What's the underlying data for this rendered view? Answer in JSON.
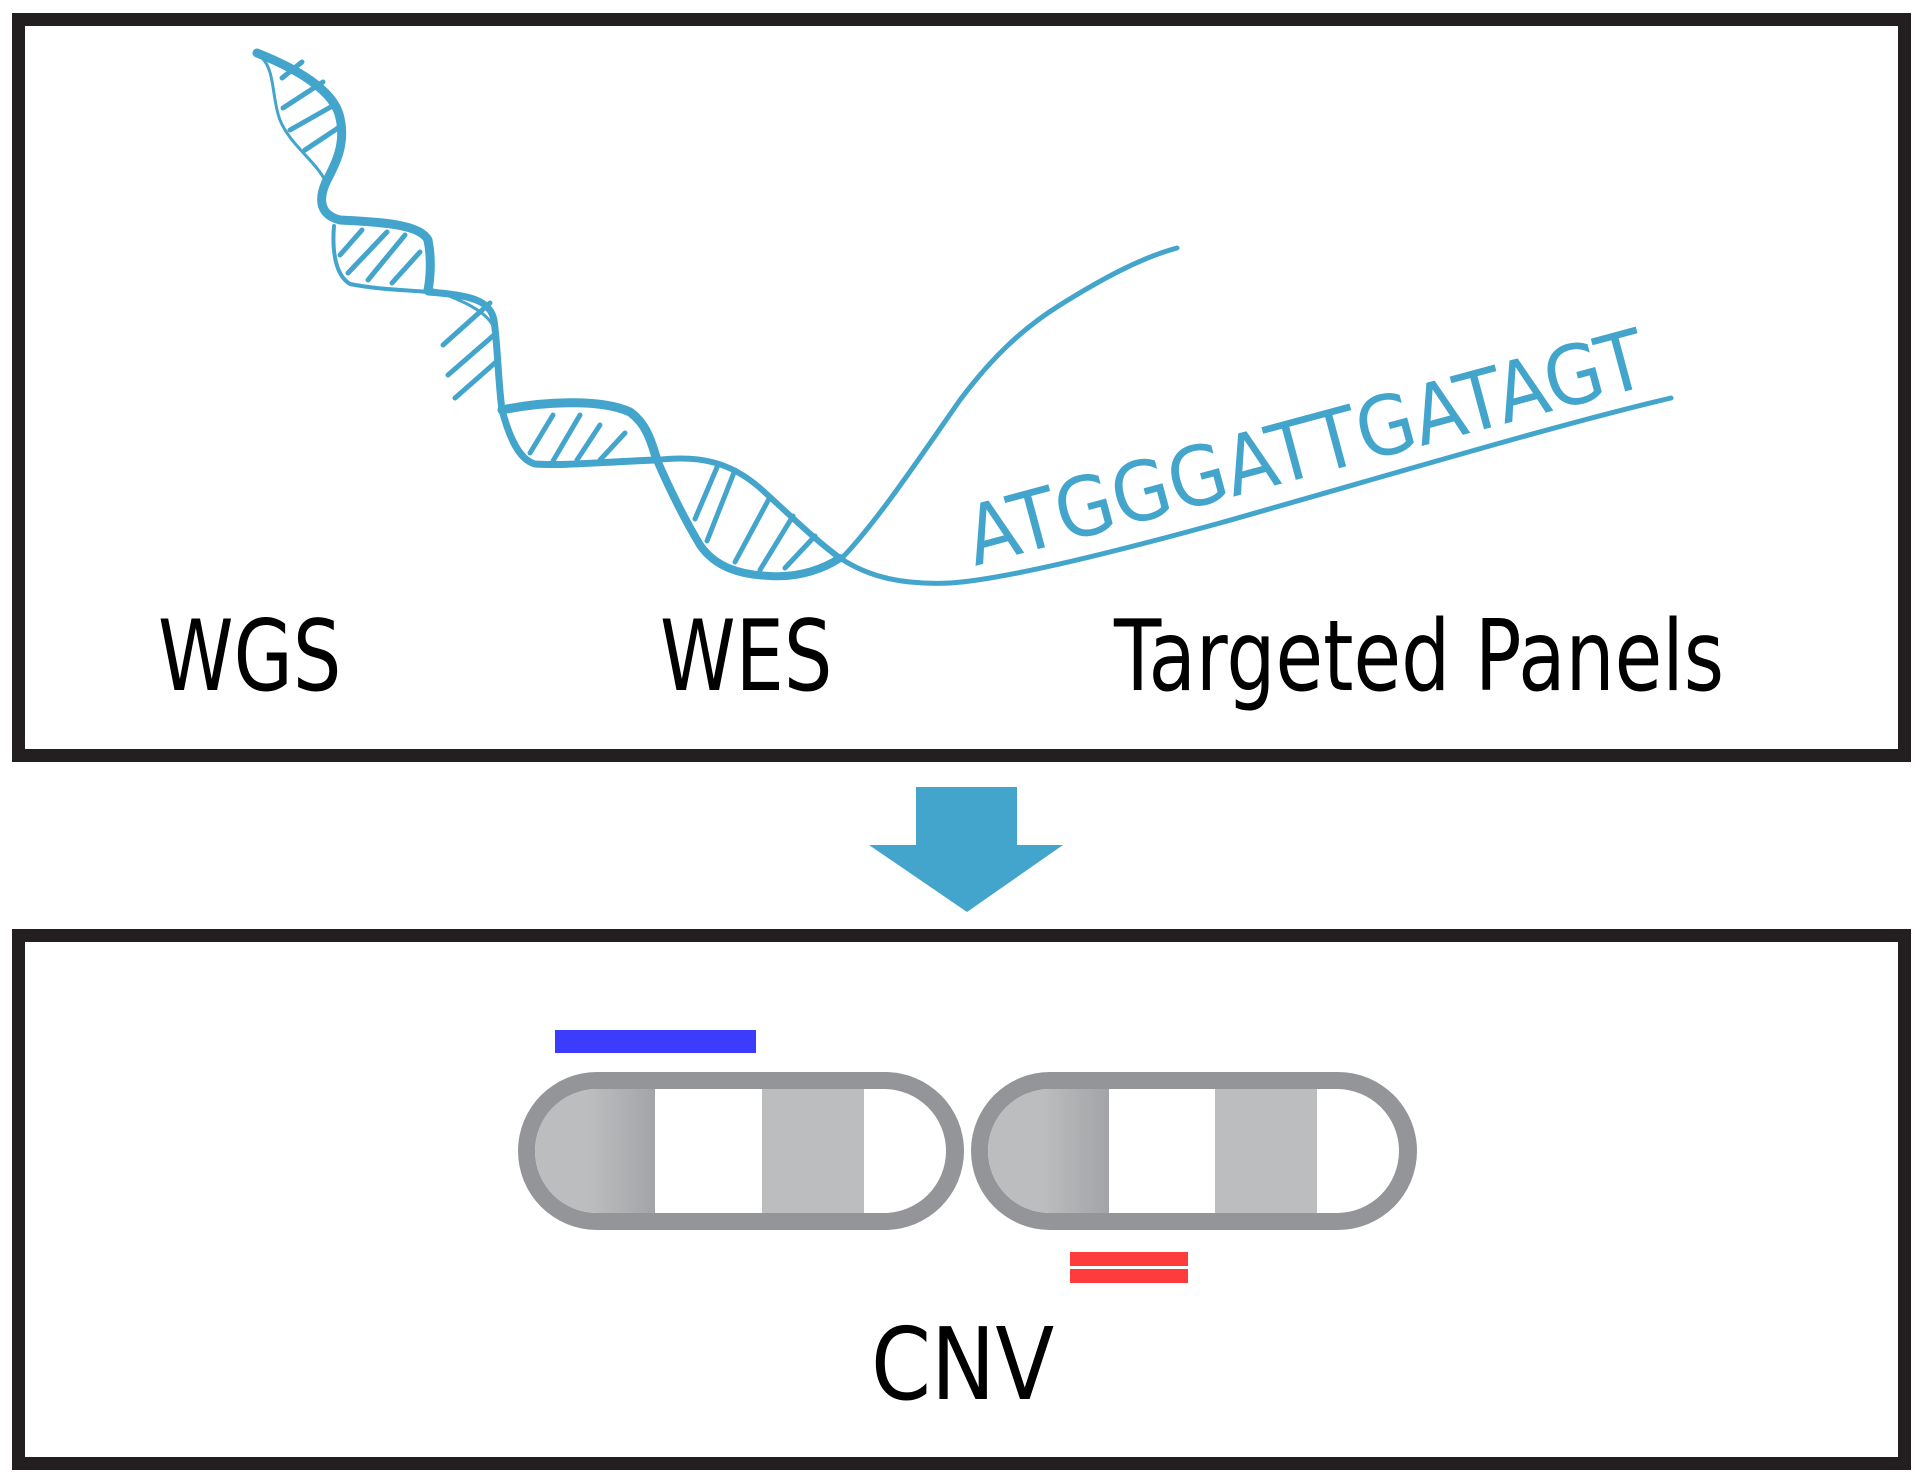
{
  "colors": {
    "dna": "#43a5cc",
    "arrow": "#43a5cc",
    "border": "#231f20",
    "chromosome_outline": "#949599",
    "chromosome_band": "#bcbdbf",
    "gain_marker": "#3c3cff",
    "loss_marker": "#ff3c3c"
  },
  "top_panel": {
    "methods": [
      "WGS",
      "WES",
      "Targeted Panels"
    ],
    "sequence": "ATGGGATTGATAGT"
  },
  "connector": {
    "icon": "arrow-down-icon"
  },
  "bottom_panel": {
    "label": "CNV",
    "chromosomes": [
      {
        "name": "chromosome-1",
        "marker": "gain",
        "marker_count": 1
      },
      {
        "name": "chromosome-2",
        "marker": "loss",
        "marker_count": 2
      }
    ]
  }
}
